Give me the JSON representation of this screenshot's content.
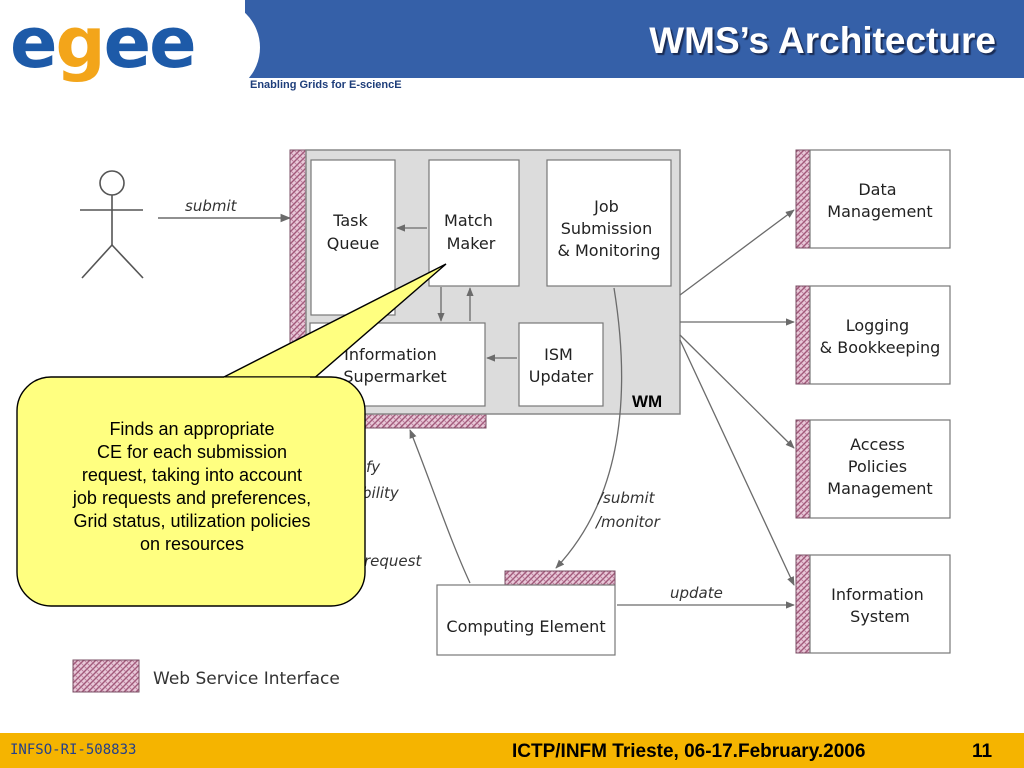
{
  "header": {
    "logo": {
      "e1": "e",
      "g": "g",
      "e3": "e",
      "e4": "e"
    },
    "tagline": "Enabling Grids for E-sciencE",
    "title": "WMS’s Architecture"
  },
  "diagram": {
    "user_label": "submit",
    "wm_label": "WM",
    "boxes": {
      "task_queue": [
        "Task",
        "Queue"
      ],
      "match_maker": [
        "Match",
        "Maker"
      ],
      "job_submission": [
        "Job",
        "Submission",
        "& Monitoring"
      ],
      "info_supermarket": [
        "Information",
        "Supermarket"
      ],
      "ism_updater": [
        "ISM",
        "Updater"
      ],
      "data_management": [
        "Data",
        "Management"
      ],
      "logging": [
        "Logging",
        "& Bookkeeping"
      ],
      "access_policies": [
        "Access",
        "Policies",
        "Management"
      ],
      "information_system": [
        "Information",
        "System"
      ],
      "computing_element": "Computing Element"
    },
    "edge_labels": {
      "submit_monitor": [
        "/submit",
        "/monitor"
      ],
      "update": "update",
      "partial_1": "fy",
      "partial_2": "bility",
      "partial_3": "request"
    },
    "legend": "Web Service Interface"
  },
  "callout": [
    "Finds an appropriate",
    "CE for each submission",
    "request, taking into account",
    "job requests and preferences,",
    "Grid status, utilization policies",
    "on resources"
  ],
  "footer": {
    "id": "INFSO-RI-508833",
    "event": "ICTP/INFM Trieste, 06-17.February.2006",
    "page": "11"
  },
  "colors": {
    "header_blue": "#3560a8",
    "footer_yellow": "#f5b400",
    "callout_fill": "#ffff80",
    "ws_hatch": "#c898b0"
  }
}
